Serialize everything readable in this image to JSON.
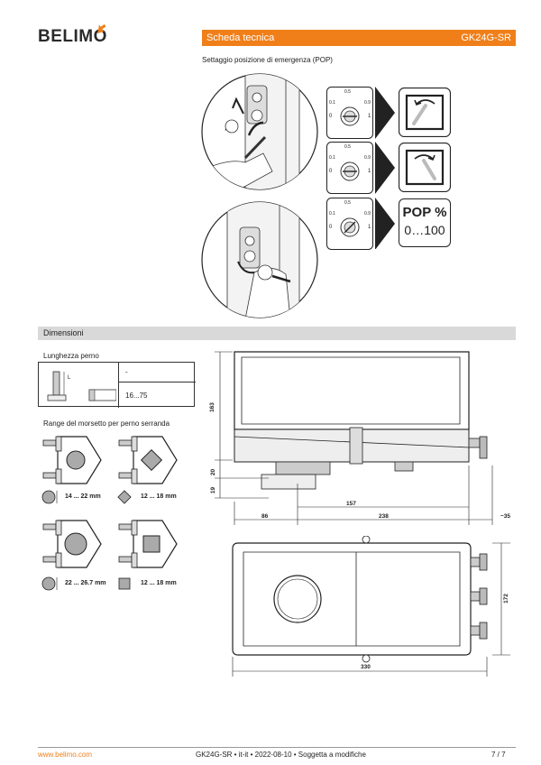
{
  "brand": {
    "name": "BELIMO"
  },
  "header": {
    "left": "Scheda tecnica",
    "right": "GK24G-SR"
  },
  "subtitle": "Settaggio posizione di emergenza (POP)",
  "pop_dials": [
    {
      "ticks": [
        "0.1",
        "0.5",
        "0.9",
        "0",
        "1"
      ]
    },
    {
      "ticks": [
        "0.1",
        "0.5",
        "0.9",
        "0",
        "1"
      ]
    },
    {
      "ticks": [
        "0.1",
        "0.5",
        "0.9",
        "0",
        "1"
      ]
    }
  ],
  "pop_box": {
    "title": "POP %",
    "range": "0…100"
  },
  "section": {
    "title": "Dimensioni"
  },
  "pin_length": {
    "heading": "Lunghezza perno",
    "marker": "L",
    "value_1": "-",
    "value_2": "16...75"
  },
  "clamp": {
    "heading": "Range del morsetto per perno serranda",
    "items": [
      {
        "label": "14 ... 22 mm"
      },
      {
        "label": "12 ... 18 mm"
      },
      {
        "label": "22 ... 26.7 mm"
      },
      {
        "label": "12 ... 18 mm"
      }
    ]
  },
  "dimensions": {
    "d163": "163",
    "d20": "20",
    "d19": "19",
    "d157": "157",
    "d86": "86",
    "d238": "238",
    "d35": "~35",
    "d172": "172",
    "d330": "330"
  },
  "footer": {
    "url": "www.belimo.com",
    "doc": "GK24G-SR • it-it • 2022-08-10 • Soggetta a modifiche",
    "page": "7 / 7"
  },
  "colors": {
    "accent": "#f07f1a",
    "section_bg": "#d9d9d9"
  }
}
